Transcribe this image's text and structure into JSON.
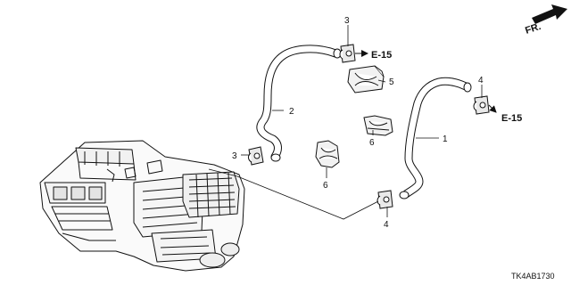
{
  "diagram": {
    "direction_label": "FR.",
    "direction_icon": "arrow-right-icon",
    "diagram_code": "TK4AB1730",
    "callouts": {
      "hose_1": "1",
      "hose_2": "2",
      "clip_3_top": "3",
      "clip_3_left": "3",
      "clip_4_right": "4",
      "clip_4_bottom": "4",
      "clamp_5": "5",
      "clip_6_center": "6",
      "clip_6_right": "6"
    },
    "references": {
      "ref_top": "E-15",
      "ref_right": "E-15"
    },
    "colors": {
      "line": "#111111",
      "background": "#ffffff"
    }
  }
}
